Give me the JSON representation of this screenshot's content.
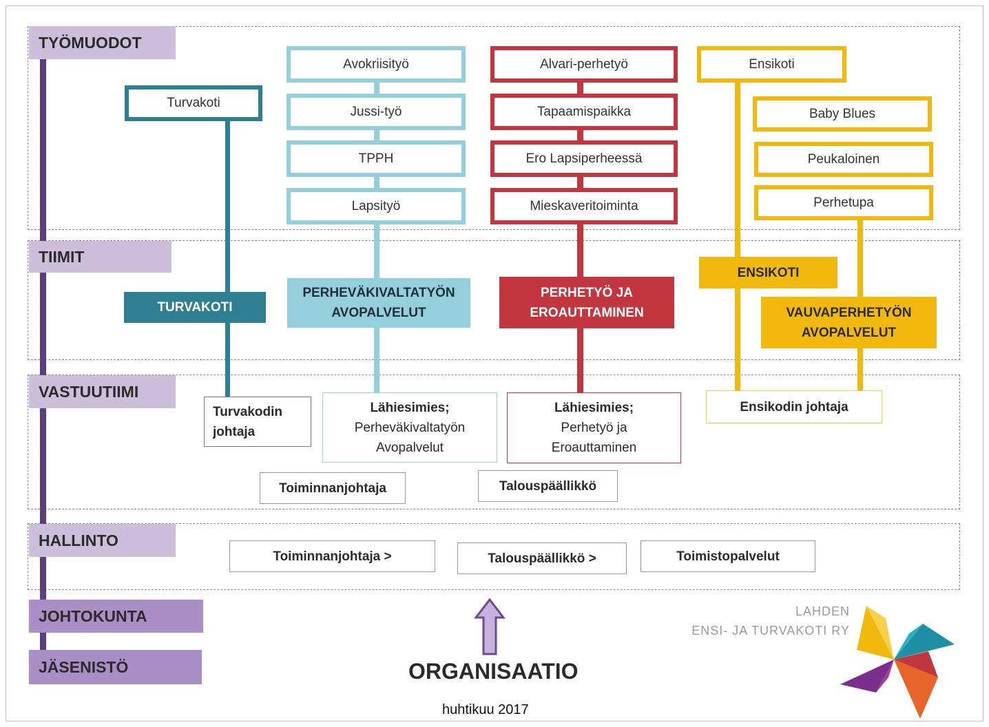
{
  "levels": {
    "tyomuodot": "TYÖMUODOT",
    "tiimit": "TIIMIT",
    "vastuutiimi": "VASTUUTIIMI",
    "hallinto": "HALLINTO",
    "johtokunta": "JOHTOKUNTA",
    "jasenisto": "JÄSENISTÖ"
  },
  "colors": {
    "turvakoti": "#2f7f93",
    "perhevakivalta": "#96cfdc",
    "perhetyo": "#c1363f",
    "ensikoti": "#f1b90d",
    "level_light": "#cdbfdc",
    "level_dark": "#a98fc6",
    "spine": "#5d3e7a"
  },
  "turvakoti": {
    "work_forms": [
      "Turvakoti"
    ],
    "team": "TURVAKOTI",
    "manager": [
      "Turvakodin",
      "johtaja"
    ]
  },
  "perhevakivalta": {
    "work_forms": [
      "Avokriisityö",
      "Jussi-työ",
      "TPPH",
      "Lapsityö"
    ],
    "team": [
      "PERHEVÄKIVALTATYÖN",
      "AVOPALVELUT"
    ],
    "manager": [
      "Lähiesimies;",
      "Perheväkivaltatyön",
      "Avopalvelut"
    ]
  },
  "perhetyo": {
    "work_forms": [
      "Alvari-perhetyö",
      "Tapaamispaikka",
      "Ero Lapsiperheessä",
      "Mieskaveritoiminta"
    ],
    "team": [
      "PERHETYÖ JA",
      "EROAUTTAMINEN"
    ],
    "manager": [
      "Lähiesimies;",
      "Perhetyö ja",
      "Eroauttaminen"
    ]
  },
  "ensikoti": {
    "work_forms": [
      "Ensikoti",
      "Baby Blues",
      "Peukaloinen",
      "Perhetupa"
    ],
    "team": "ENSIKOTI",
    "team2": [
      "VAUVAPERHETYÖN",
      "AVOPALVELUT"
    ],
    "manager": "Ensikodin johtaja"
  },
  "vastuutiimi_extra": [
    "Toiminnanjohtaja",
    "Talouspäällikkö"
  ],
  "hallinto": [
    "Toiminnanjohtaja >",
    "Talouspäällikkö >",
    "Toimistopalvelut"
  ],
  "title": "ORGANISAATIO",
  "date": "huhtikuu 2017",
  "logo": [
    "LAHDEN",
    "ENSI- JA TURVAKOTI RY"
  ]
}
